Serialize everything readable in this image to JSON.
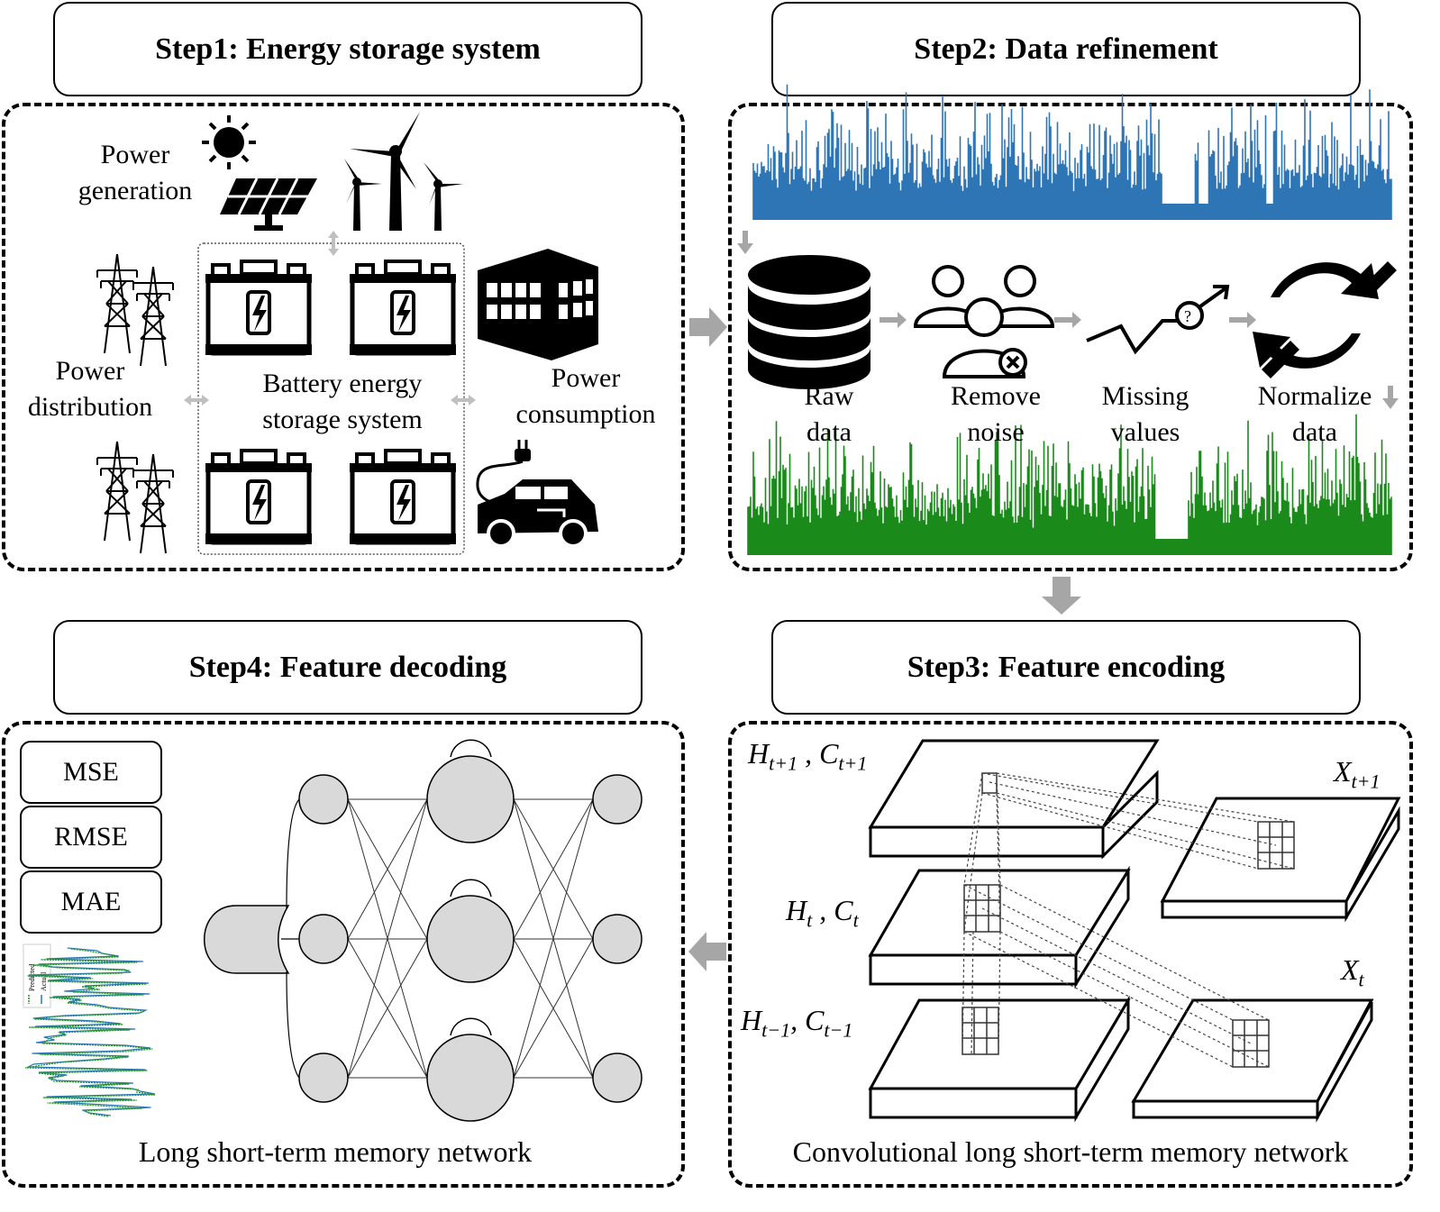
{
  "steps": {
    "step1": "Step1: Energy storage system",
    "step2": "Step2: Data refinement",
    "step3": "Step3: Feature encoding",
    "step4": "Step4: Feature decoding"
  },
  "step1_panel": {
    "power_generation": [
      "Power",
      "generation"
    ],
    "power_distribution": [
      "Power",
      "distribution"
    ],
    "battery_system": [
      "Battery energy",
      "storage system"
    ],
    "power_consumption": [
      "Power",
      "consumption"
    ]
  },
  "step2_panel": {
    "stages": [
      {
        "line1": "Raw",
        "line2": "data"
      },
      {
        "line1": "Remove",
        "line2": "noise"
      },
      {
        "line1": "Missing",
        "line2": "values"
      },
      {
        "line1": "Normalize",
        "line2": "data"
      }
    ],
    "raw_series_color": "#2e75b6",
    "refined_series_color": "#1a8a1a"
  },
  "step3_panel": {
    "caption": "Convolutional long short-term memory network",
    "h_next": {
      "h": "H",
      "hsub": "t+1",
      "c": "C",
      "csub": "t+1"
    },
    "h_curr": {
      "h": "H",
      "hsub": "t",
      "c": "C",
      "csub": "t"
    },
    "h_prev": {
      "h": "H",
      "hsub": "t−1",
      "c": "C",
      "csub": "t−1"
    },
    "x_next": {
      "x": "X",
      "sub": "t+1"
    },
    "x_curr": {
      "x": "X",
      "sub": "t"
    }
  },
  "step4_panel": {
    "metrics": [
      "MSE",
      "RMSE",
      "MAE"
    ],
    "legend": [
      "Predicted",
      "Actual"
    ],
    "caption": "Long short-term memory network"
  },
  "colors": {
    "arrow_gray": "#a6a6a6",
    "node_fill": "#d9d9d9",
    "predicted": "#1a9a1a",
    "actual": "#2e75b6"
  }
}
